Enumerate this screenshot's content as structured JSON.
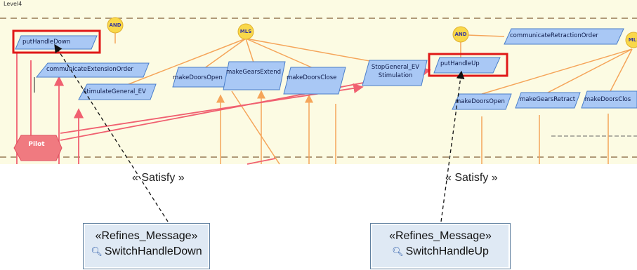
{
  "level_label": "Level4",
  "gates": {
    "and_left": "AND",
    "mls_middle": "MLS",
    "and_right": "AND",
    "mls_right": "MLS"
  },
  "messages": {
    "put_handle_down": "putHandleDown",
    "communicate_extension_order": "communicateExtensionOrder",
    "stimulate_general_ev": "StimulateGeneral_EV",
    "make_doors_open_left": "makeDoorsOpen",
    "make_gears_extend": "makeGearsExtend",
    "make_doors_close_left": "makeDoorsClose",
    "stop_general_ev_line1": "StopGeneral_EV",
    "stop_general_ev_line2": "Stimulation",
    "put_handle_up": "putHandleUp",
    "communicate_retraction_order": "communicateRetractionOrder",
    "make_doors_open_right": "makeDoorsOpen",
    "make_gears_retract": "makeGearsRetract",
    "make_doors_close_right": "makeDoorsClos"
  },
  "actor": "Pilot",
  "satisfy_left": "« Satisfy »",
  "satisfy_right": "« Satisfy »",
  "refines_left": {
    "stereotype": "«Refines_Message»",
    "name": "SwitchHandleDown",
    "icon": "message-icon"
  },
  "refines_right": {
    "stereotype": "«Refines_Message»",
    "name": "SwitchHandleUp",
    "icon": "message-icon"
  },
  "colors": {
    "panel_bg": "#fcfbe3",
    "message_fill": "#a9c8f5",
    "message_stroke": "#4a7ec9",
    "gate_fill": "#f9d84a",
    "orange_link": "#f5a55a",
    "red_link": "#f06070",
    "pilot_fill": "#f07a80",
    "highlight": "#e01818",
    "card_bg": "#dfe9f4"
  }
}
